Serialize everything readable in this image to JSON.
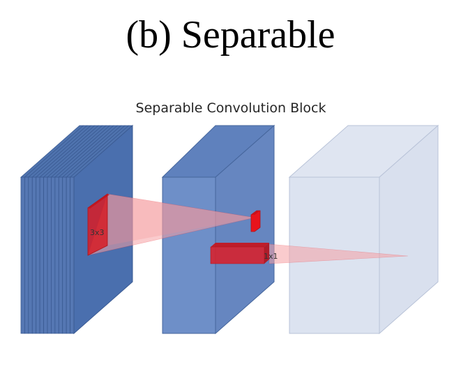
{
  "caption": "(b) Separable",
  "diagram": {
    "title": "Separable Convolution Block",
    "kernel_label_depthwise": "3x3",
    "kernel_label_pointwise": "1x1"
  },
  "colors": {
    "block_dark": "#4f74b0",
    "block_mid": "#6b8cc4",
    "block_light": "#dce3f0",
    "kernel_red": "#e8141c",
    "projection_red": "#f5a0a4"
  }
}
